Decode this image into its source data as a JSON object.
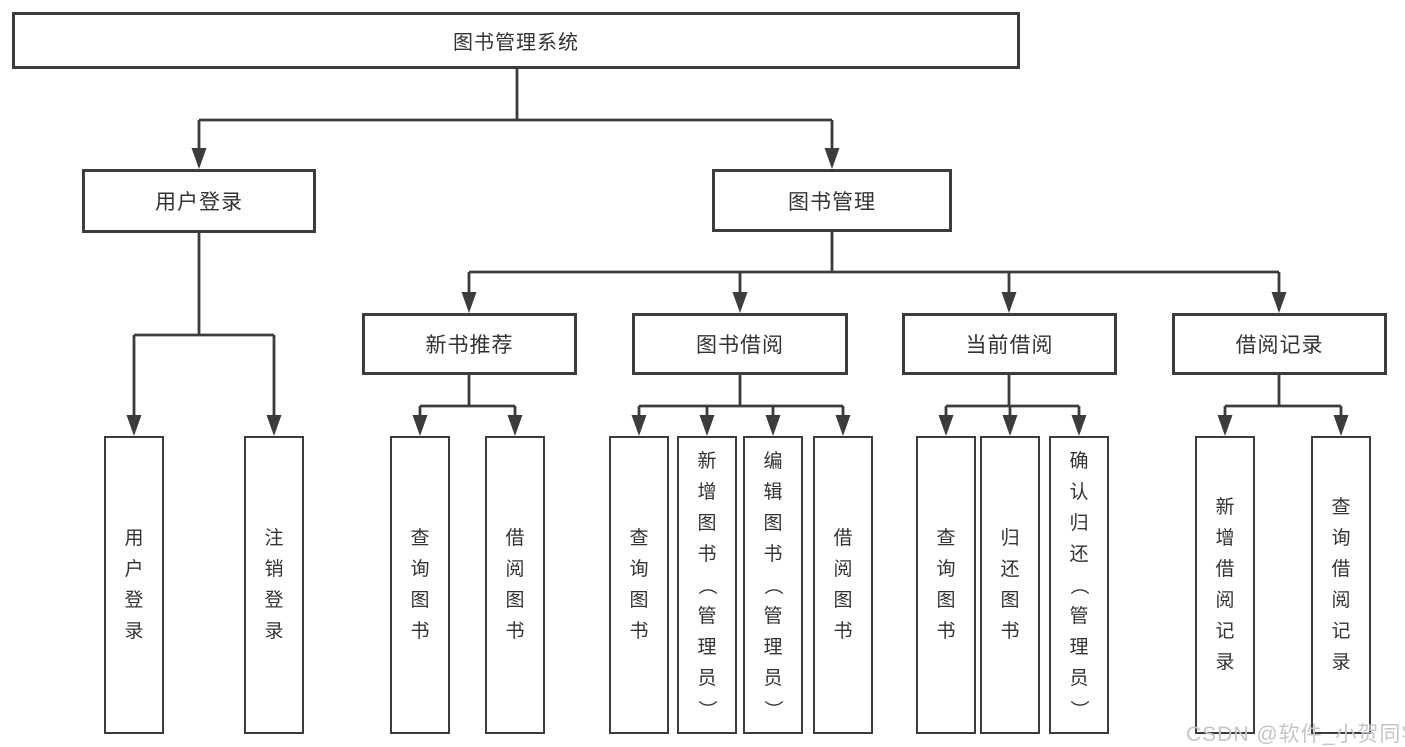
{
  "root_label": "图书管理系统",
  "branches": [
    {
      "label": "用户登录",
      "children": [
        "用户登录",
        "注销登录"
      ]
    },
    {
      "label": "图书管理",
      "sections": [
        {
          "label": "新书推荐",
          "children": [
            "查询图书",
            "借阅图书"
          ]
        },
        {
          "label": "图书借阅",
          "children": [
            "查询图书",
            "新增图书（管理员）",
            "编辑图书（管理员）",
            "借阅图书"
          ]
        },
        {
          "label": "当前借阅",
          "children": [
            "查询图书",
            "归还图书",
            "确认归还（管理员）"
          ]
        },
        {
          "label": "借阅记录",
          "children": [
            "新增借阅记录",
            "查询借阅记录"
          ]
        }
      ]
    }
  ],
  "watermark": "CSDN @软件_小贺同学",
  "colors": {
    "line": "#3c3c3c",
    "text": "#333333",
    "watermark": "#c2c6ca"
  }
}
